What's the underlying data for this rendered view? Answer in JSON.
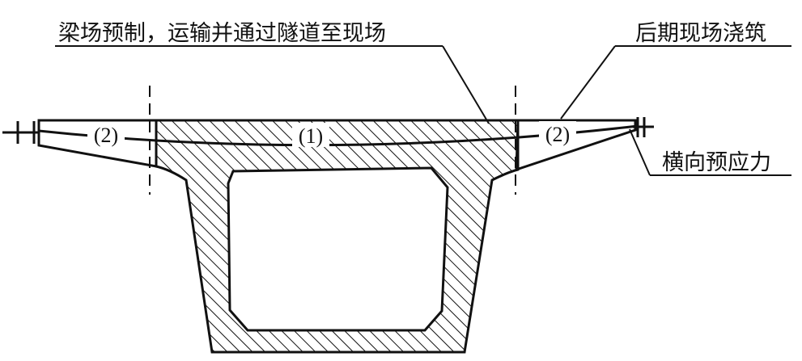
{
  "labels": {
    "precast": "梁场预制，运输并通过隧道至现场",
    "cast_in_place": "后期现场浇筑",
    "transverse_prestress": "横向预应力"
  },
  "section_marks": {
    "middle": "(1)",
    "left": "(2)",
    "right": "(2)"
  },
  "colors": {
    "line": "#111111",
    "background": "#ffffff"
  }
}
